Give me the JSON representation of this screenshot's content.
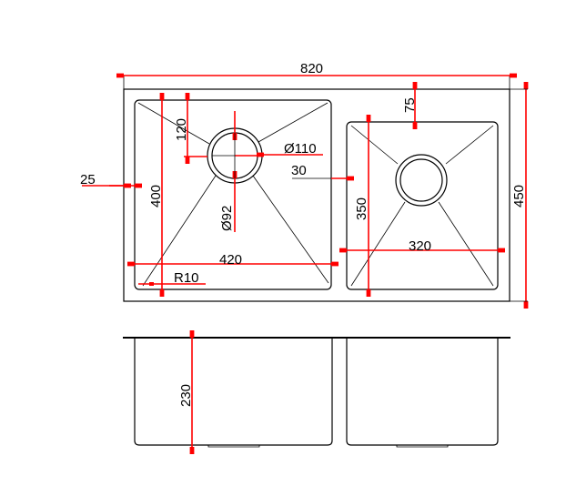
{
  "drawing": {
    "type": "double sink technical drawing",
    "dimension_color": "#ff0000",
    "line_color": "#000000",
    "top_view": {
      "overall_width": "820",
      "overall_depth": "450",
      "left_offset": "25",
      "left_bowl_width": "420",
      "left_bowl_depth": "400",
      "drain_offset": "120",
      "drain_outer_diameter": "Ø110",
      "drain_inner_diameter": "Ø92",
      "bowl_gap": "30",
      "corner_radius": "R10",
      "right_bowl_offset": "75",
      "right_bowl_width": "320",
      "right_bowl_depth": "350"
    },
    "side_view": {
      "bowl_height": "230"
    }
  }
}
